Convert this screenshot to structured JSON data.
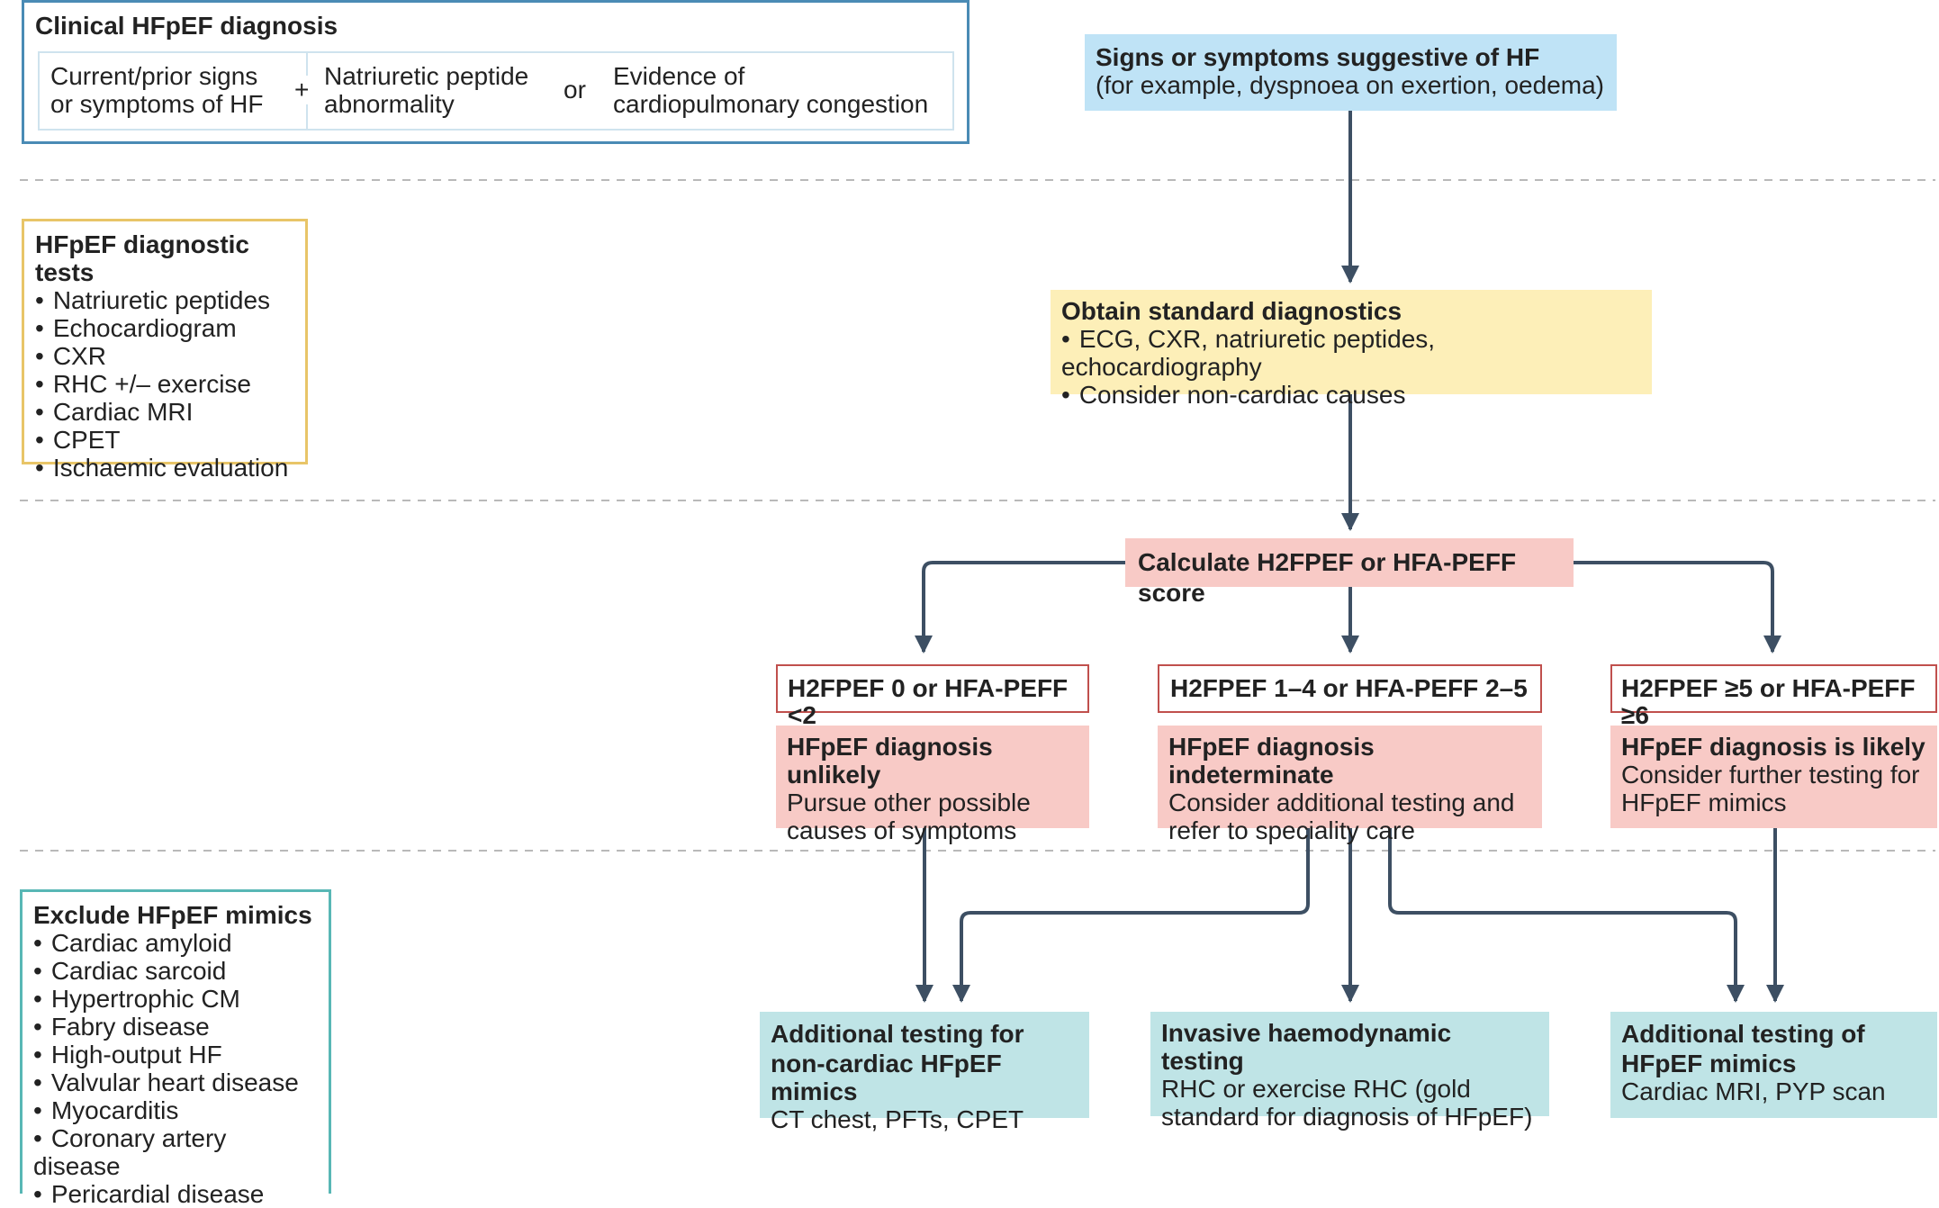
{
  "clinical": {
    "title": "Clinical HFpEF diagnosis",
    "criterion1": [
      "Current/prior signs",
      "or symptoms of HF"
    ],
    "plus": "+",
    "criterion2": [
      "Natriuretic peptide",
      "abnormality"
    ],
    "or": "or",
    "criterion3": [
      "Evidence of",
      "cardiopulmonary congestion"
    ]
  },
  "tests_panel": {
    "title": "HFpEF diagnostic tests",
    "items": [
      "Natriuretic peptides",
      "Echocardiogram",
      "CXR",
      "RHC +/– exercise",
      "Cardiac MRI",
      "CPET",
      "Ischaemic evaluation"
    ]
  },
  "mimics_panel": {
    "title": "Exclude HFpEF mimics",
    "items": [
      "Cardiac amyloid",
      "Cardiac sarcoid",
      "Hypertrophic CM",
      "Fabry disease",
      "High-output HF",
      "Valvular heart disease",
      "Myocarditis",
      "Coronary artery disease",
      "Pericardial disease"
    ]
  },
  "flow": {
    "symptoms": {
      "title": "Signs or symptoms suggestive of HF",
      "text": "(for example, dyspnoea on exertion, oedema)"
    },
    "diagnostics": {
      "title": "Obtain standard diagnostics",
      "items": [
        "ECG, CXR, natriuretic peptides, echocardiography",
        "Consider non-cardiac causes"
      ]
    },
    "score": {
      "title": "Calculate H2FPEF or HFA-PEFF score"
    },
    "low": {
      "criteria": "H2FPEF 0 or HFA-PEFF <2",
      "title": "HFpEF diagnosis unlikely",
      "text": [
        "Pursue other possible",
        "causes of symptoms"
      ]
    },
    "mid": {
      "criteria": "H2FPEF 1–4 or HFA-PEFF 2–5",
      "title": "HFpEF diagnosis indeterminate",
      "text": [
        "Consider additional testing and",
        "refer to speciality care"
      ]
    },
    "high": {
      "criteria": "H2FPEF ≥5 or HFA-PEFF ≥6",
      "title": "HFpEF diagnosis is likely",
      "text": [
        "Consider further testing for",
        "HFpEF mimics"
      ]
    },
    "noncardiac": {
      "title": [
        "Additional testing for",
        "non-cardiac HFpEF mimics"
      ],
      "text": "CT chest, PFTs, CPET"
    },
    "invasive": {
      "title": "Invasive haemodynamic testing",
      "text": [
        "RHC or exercise RHC (gold",
        "standard for diagnosis of HFpEF)"
      ]
    },
    "mimics_test": {
      "title": [
        "Additional testing of",
        "HFpEF mimics"
      ],
      "text": "Cardiac MRI, PYP scan"
    }
  },
  "colors": {
    "blue_box": "#bfe3f6",
    "blue_border": "#4a8bb5",
    "yellow_box": "#fdefb8",
    "yellow_border": "#e8c568",
    "pink_box": "#f8cac6",
    "red_border": "#c0504d",
    "teal_box": "#bfe4e6",
    "teal_border": "#58b7b5",
    "arrow": "#3d4f63",
    "dashed": "#b9b9b9"
  }
}
